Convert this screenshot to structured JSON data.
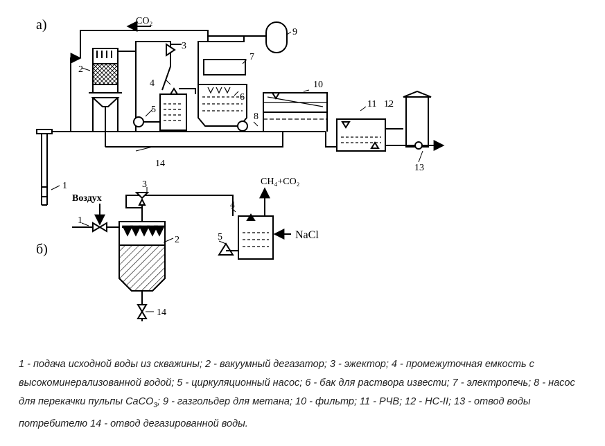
{
  "diagram": {
    "panel_a_label": "а)",
    "panel_b_label": "б)",
    "a_labels": {
      "co2": "CO₂",
      "n1": "1",
      "n2": "2",
      "n3": "3",
      "n4": "4",
      "n5": "5",
      "n6": "6",
      "n7": "7",
      "n8": "8",
      "n9": "9",
      "n10": "10",
      "n11": "11",
      "n12": "12",
      "n13": "13",
      "n14": "14"
    },
    "b_labels": {
      "air": "Воздух",
      "gas_out": "CH₄+CO₂",
      "nacl": "NaCl",
      "n1": "1",
      "n2": "2",
      "n3": "3",
      "n4": "4",
      "n5": "5",
      "n14": "14"
    }
  },
  "caption": {
    "part1": "1 - подача исходной воды из скважины; 2 - вакуумный дегазатор; 3 - эжектор; 4 - промежуточная емкость с высокоминерализованной водой; 5 - циркуляционный насос; 6 - бак для раствора извести; 7 - электропечь; 8 - насос для перекачки пульпы CaCO",
    "sub": "3",
    "part2": "; 9 - газгольдер для метана; 10 - фильтр; 11 - РЧВ; 12 - НС-II; 13 - отвод воды потребителю 14 - отвод дегазированной воды."
  }
}
